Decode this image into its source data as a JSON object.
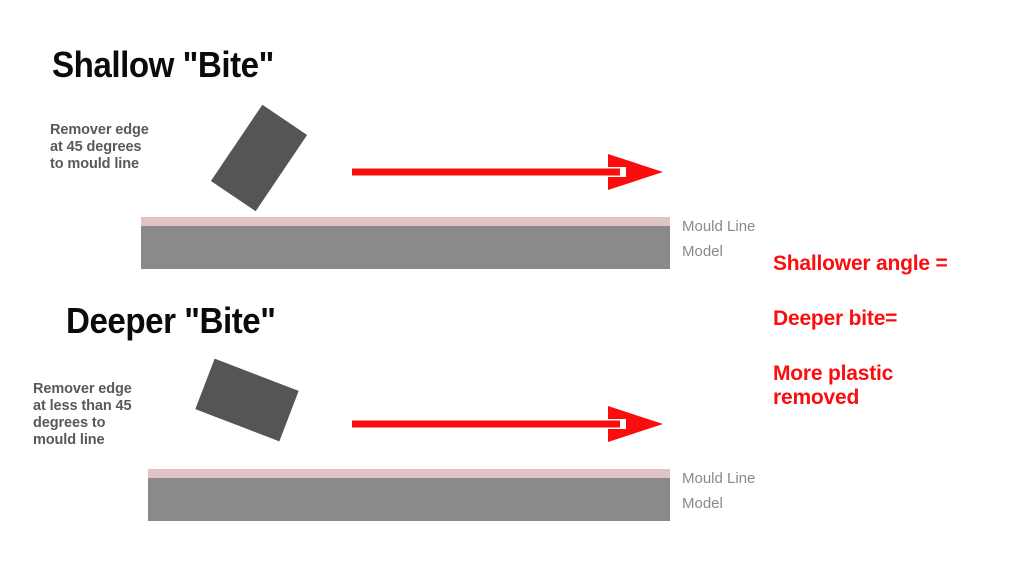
{
  "sections": [
    {
      "title": "Shallow \"Bite\"",
      "caption": "Remover edge\nat 45 degrees\nto mould line",
      "bar": {
        "mould_line_label": "Mould Line",
        "model_label": "Model"
      }
    },
    {
      "title": "Deeper \"Bite\"",
      "caption": "Remover edge\nat less than 45\ndegrees to\nmould line",
      "bar": {
        "mould_line_label": "Mould Line",
        "model_label": "Model"
      }
    }
  ],
  "callouts": [
    "Shallower angle =",
    "Deeper bite=",
    "More plastic\nremoved"
  ],
  "colors": {
    "mould_line": "#dfc3c5",
    "model_body": "#8a8a8a",
    "remover_block": "#555555",
    "arrow_red": "#fc0d0d",
    "caption_gray": "#595959",
    "label_gray": "#8a8a8a",
    "title_black": "#0b0b0b",
    "background": "#ffffff"
  }
}
